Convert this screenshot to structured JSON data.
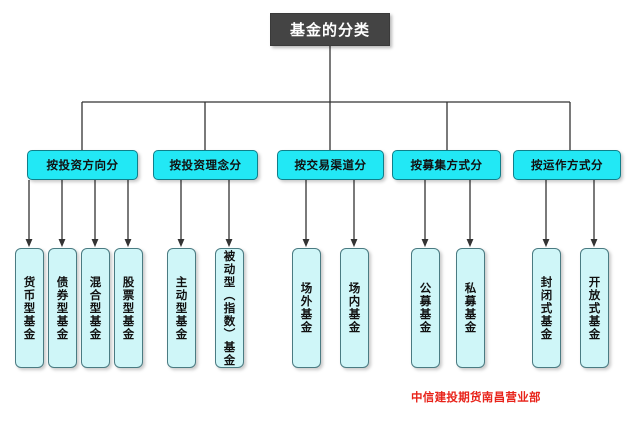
{
  "diagram": {
    "title": "基金的分类",
    "colors": {
      "title_bg": "#444444",
      "category_bg": "#22e8f5",
      "category_border": "#0f7f8a",
      "leaf_bg": "#cff6f8",
      "leaf_border": "#4a7b82",
      "line": "#333333",
      "footer_text": "#e8231a",
      "page_bg": "#ffffff"
    },
    "categories": [
      {
        "label": "按投资方向分",
        "leaves": [
          "货币型基金",
          "债券型基金",
          "混合型基金",
          "股票型基金"
        ]
      },
      {
        "label": "按投资理念分",
        "leaves": [
          "主动型基金",
          "被动型（指数）基金"
        ]
      },
      {
        "label": "按交易渠道分",
        "leaves": [
          "场外基金",
          "场内基金"
        ]
      },
      {
        "label": "按募集方式分",
        "leaves": [
          "公募基金",
          "私募基金"
        ]
      },
      {
        "label": "按运作方式分",
        "leaves": [
          "封闭式基金",
          "开放式基金"
        ]
      }
    ],
    "footer": "中信建投期货南昌营业部"
  }
}
